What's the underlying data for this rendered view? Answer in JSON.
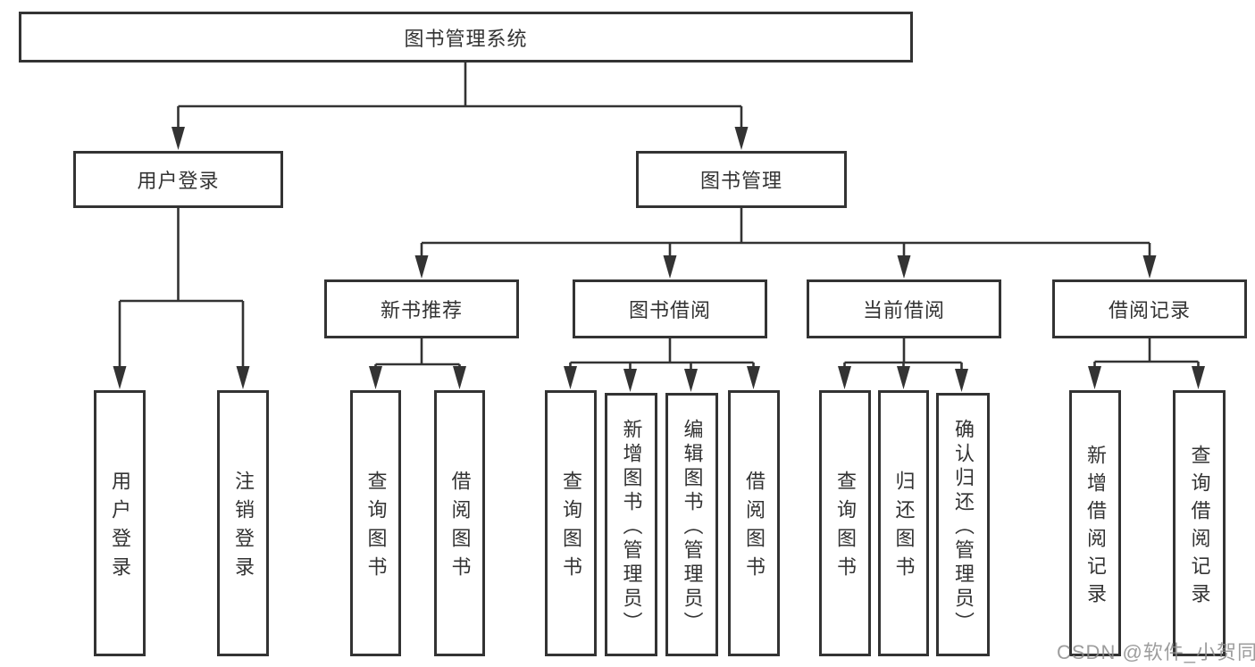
{
  "diagram_title": "图书管理系统",
  "tree": {
    "label": "图书管理系统",
    "children": [
      {
        "label": "用户登录",
        "children": [
          {
            "label": "用户登录"
          },
          {
            "label": "注销登录"
          }
        ]
      },
      {
        "label": "图书管理",
        "children": [
          {
            "label": "新书推荐",
            "children": [
              {
                "label": "查询图书"
              },
              {
                "label": "借阅图书"
              }
            ]
          },
          {
            "label": "图书借阅",
            "children": [
              {
                "label": "查询图书"
              },
              {
                "label": "新增图书（管理员）"
              },
              {
                "label": "编辑图书（管理员）"
              },
              {
                "label": "借阅图书"
              }
            ]
          },
          {
            "label": "当前借阅",
            "children": [
              {
                "label": "查询图书"
              },
              {
                "label": "归还图书"
              },
              {
                "label": "确认归还（管理员）"
              }
            ]
          },
          {
            "label": "借阅记录",
            "children": [
              {
                "label": "新增借阅记录"
              },
              {
                "label": "查询借阅记录"
              }
            ]
          }
        ]
      }
    ]
  },
  "watermark": {
    "text": "CSDN @软件_小贺同学"
  },
  "colors": {
    "box_border": "#333333",
    "connector": "#333333",
    "text": "#333333",
    "watermark": "#8c8c8c",
    "background": "#ffffff"
  }
}
